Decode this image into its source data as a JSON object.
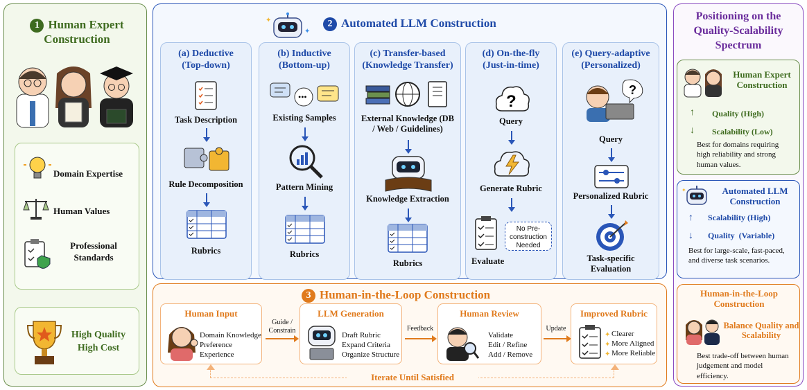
{
  "left": {
    "number": "1",
    "title": "Human Expert Construction",
    "items": [
      "Domain Expertise",
      "Human Values",
      "Professional Standards"
    ],
    "quality_line1": "High Quality",
    "quality_line2": "High Cost"
  },
  "middle": {
    "number": "2",
    "title": "Automated LLM Construction",
    "columns": [
      {
        "title": "(a) Deductive (Top-down)",
        "step1": "Task Description",
        "step2": "Rule Decomposition",
        "step3": "Rubrics"
      },
      {
        "title": "(b) Inductive (Bottom-up)",
        "step1": "Existing Samples",
        "step2": "Pattern Mining",
        "step3": "Rubrics"
      },
      {
        "title": "(c) Transfer-based (Knowledge Transfer)",
        "step1": "External Knowledge (DB / Web / Guidelines)",
        "step2": "Knowledge Extraction",
        "step3": "Rubrics"
      },
      {
        "title": "(d) On-the-fly (Just-in-time)",
        "step1": "Query",
        "step2": "Generate Rubric",
        "step3": "Evaluate",
        "note": "No Pre-construction Needed"
      },
      {
        "title": "(e) Query-adaptive (Personalized)",
        "step1": "Query",
        "step2": "Personalized Rubric",
        "step3": "Task-specific Evaluation"
      }
    ]
  },
  "bottom": {
    "number": "3",
    "title": "Human-in-the-Loop Construction",
    "boxes": [
      {
        "title": "Human Input",
        "lines": [
          "Domain Knowledge",
          "Preference",
          "Experience"
        ]
      },
      {
        "title": "LLM Generation",
        "lines": [
          "Draft Rubric",
          "Expand Criteria",
          "Organize Structure"
        ]
      },
      {
        "title": "Human Review",
        "lines": [
          "Validate",
          "Edit / Refine",
          "Add / Remove"
        ]
      },
      {
        "title": "Improved Rubric",
        "lines": [
          "Clearer",
          "More Aligned",
          "More Reliable"
        ]
      }
    ],
    "arrows": [
      "Guide / Constrain",
      "Feedback",
      "Update"
    ],
    "loop_label": "Iterate Until Satisfied"
  },
  "right": {
    "title": "Positioning on the Quality-Scalability Spectrum",
    "cards": [
      {
        "title": "Human Expert Construction",
        "up": "Quality (High)",
        "down": "Scalability (Low)",
        "desc": "Best for domains requiring high reliability and strong human values."
      },
      {
        "title": "Automated LLM Construction",
        "up": "Scalability (High)",
        "down": "Quality  (Variable)",
        "desc": "Best for large-scale, fast-paced, and diverse task scenarios."
      },
      {
        "title": "Human-in-the-Loop Construction",
        "sub": "Balance Quality and Scalability",
        "desc": "Best trade-off between human judgement and model efficiency."
      }
    ]
  },
  "colors": {
    "green": "#3e6b1f",
    "blue": "#1f4aa8",
    "orange": "#e07a1c",
    "purple": "#6a2c9c"
  }
}
